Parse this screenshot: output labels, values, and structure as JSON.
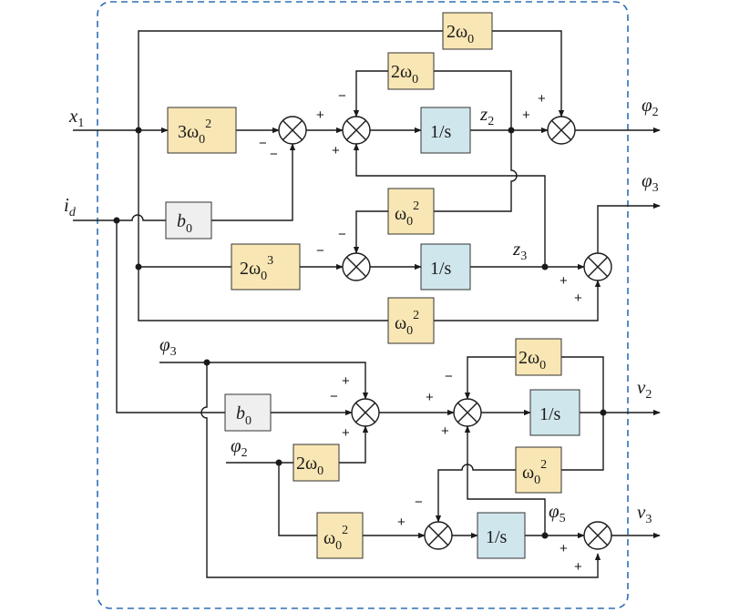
{
  "signals": {
    "x1": "x",
    "x1_sub": "1",
    "id": "i",
    "id_sub": "d",
    "z2": "z",
    "z2_sub": "2",
    "z3": "z",
    "z3_sub": "3",
    "phi2_out": "φ",
    "phi2_out_sub": "2",
    "phi3_out": "φ",
    "phi3_out_sub": "3",
    "phi3_in": "φ",
    "phi3_in_sub": "3",
    "phi2_in": "φ",
    "phi2_in_sub": "2",
    "phi5": "φ",
    "phi5_sub": "5",
    "v2": "v",
    "v2_sub": "2",
    "v3": "v",
    "v3_sub": "3"
  },
  "blocks": {
    "k3w0sq": {
      "main": "3ω",
      "sub": "0",
      "sup": "2"
    },
    "b0_top": {
      "main": "b",
      "sub": "0"
    },
    "w2_top": {
      "main": "2ω",
      "sub": "0"
    },
    "w2_loop": {
      "main": "2ω",
      "sub": "0"
    },
    "int_z2": {
      "main": "1/s"
    },
    "w0sq_fb": {
      "main": "ω",
      "sub": "0",
      "sup": "2"
    },
    "k2w0cube": {
      "main": "2ω",
      "sub": "0",
      "sup": "3"
    },
    "int_z3": {
      "main": "1/s"
    },
    "w0sq_bottom": {
      "main": "ω",
      "sub": "0",
      "sup": "2"
    },
    "b0_lower": {
      "main": "b",
      "sub": "0"
    },
    "w2_lower_loop": {
      "main": "2ω",
      "sub": "0"
    },
    "int_v2": {
      "main": "1/s"
    },
    "w2_phi2": {
      "main": "2ω",
      "sub": "0"
    },
    "w0sq_lower_fb": {
      "main": "ω",
      "sub": "0",
      "sup": "2"
    },
    "w0sq_lower": {
      "main": "ω",
      "sub": "0",
      "sup": "2"
    },
    "int_phi5": {
      "main": "1/s"
    }
  },
  "signs": {
    "plus": "+",
    "minus": "−"
  }
}
